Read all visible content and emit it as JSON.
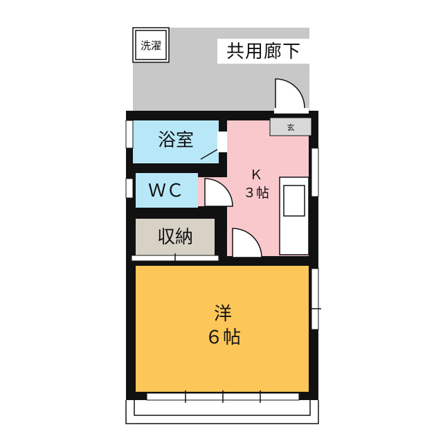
{
  "floor_plan": {
    "colors": {
      "corridor": "#c8c8c8",
      "bath": "#b8e8f8",
      "kitchen": "#f8c8cc",
      "storage": "#d8d2c6",
      "western_room": "#fcc659",
      "wall": "#111111"
    },
    "labels": {
      "laundry": "洗濯",
      "corridor": "共用廊下",
      "entrance": "玄",
      "bath": "浴室",
      "wc": "ＷＣ",
      "kitchen_name": "Ｋ",
      "kitchen_size": "３帖",
      "storage": "収納",
      "western_name": "洋",
      "western_size": "６帖"
    }
  }
}
